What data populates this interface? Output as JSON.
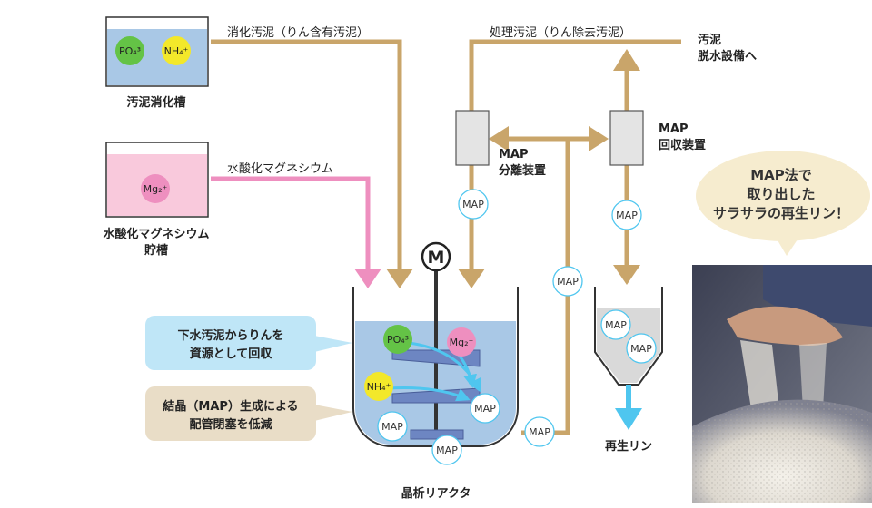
{
  "colors": {
    "sludge_pipe": "#c9a56a",
    "mg_pipe": "#ee8fbf",
    "blue_arrow": "#4fc6ef",
    "po4_ion": "#64c346",
    "nh4_ion": "#f3e82a",
    "mg_ion": "#ee8fbf",
    "tank_liquid": "#a9c8e6",
    "mg_liquid": "#f9c9dc",
    "callout_blue": "#bfe6f7",
    "callout_tan": "#e9ddc7",
    "speech_bubble": "#f6eccf"
  },
  "tanks": {
    "digestion": {
      "label": "汚泥消化槽",
      "ion1": "PO₄³",
      "ion2": "NH₄⁺"
    },
    "mg_storage": {
      "label_line1": "水酸化マグネシウム",
      "label_line2": "貯槽",
      "ion": "Mg₂⁺"
    }
  },
  "flows": {
    "digested_sludge": "消化汚泥（りん含有汚泥）",
    "mg_hydroxide": "水酸化マグネシウム",
    "treated_sludge": "処理汚泥（りん除去汚泥）",
    "dewatering_line1": "汚泥",
    "dewatering_line2": "脱水設備へ"
  },
  "devices": {
    "separator_line1": "MAP",
    "separator_line2": "分離装置",
    "recovery_line1": "MAP",
    "recovery_line2": "回収装置"
  },
  "reactor": {
    "motor": "M",
    "label": "晶析リアクタ",
    "ion_po4": "PO₄³",
    "ion_mg": "Mg₂⁺",
    "ion_nh4": "NH₄⁺"
  },
  "map_label": "MAP",
  "product": "再生リン",
  "callouts": {
    "resource_line1": "下水汚泥からりんを",
    "resource_line2": "資源として回収",
    "pipe_line1": "結晶（MAP）生成による",
    "pipe_line2": "配管閉塞を低減"
  },
  "bubble": {
    "line1": "MAP法で",
    "line2": "取り出した",
    "line3": "サラサラの再生リン！"
  }
}
